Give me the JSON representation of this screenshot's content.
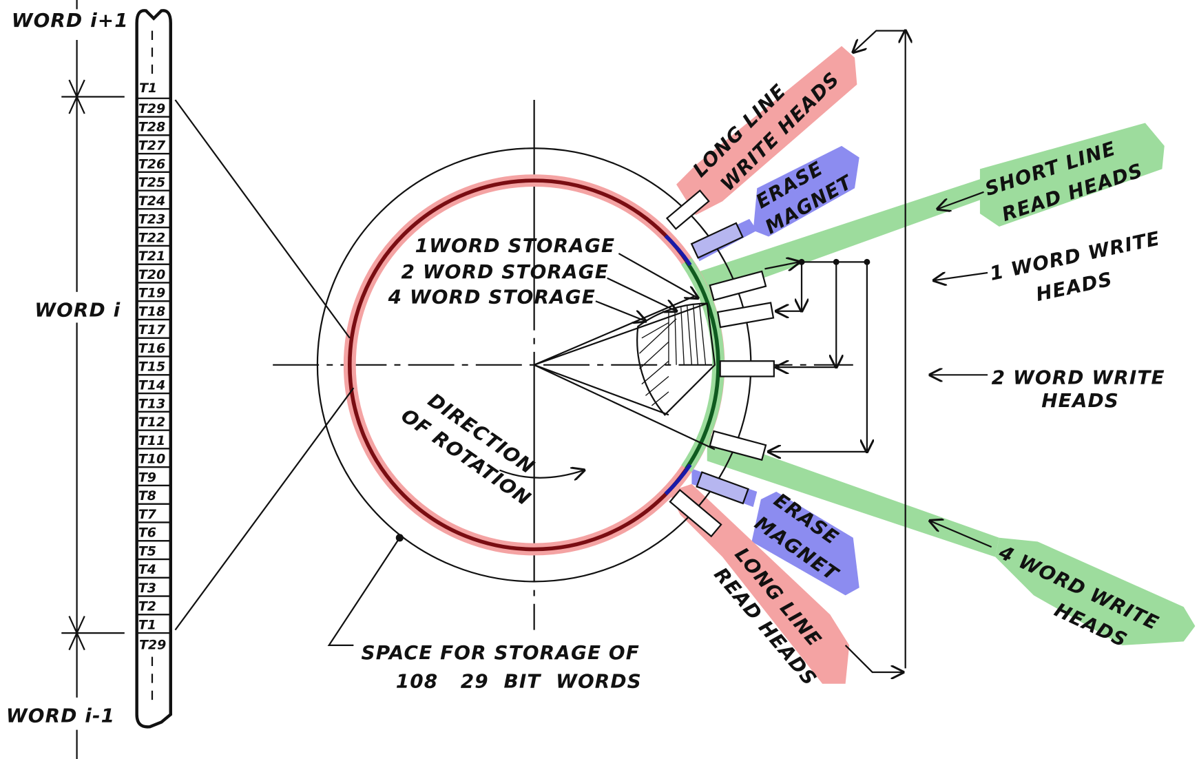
{
  "tape": {
    "word_above": "WORD i+1",
    "word_current": "WORD i",
    "word_below": "WORD i-1",
    "top_cell": "T1",
    "cells": [
      "T29",
      "T28",
      "T27",
      "T26",
      "T25",
      "T24",
      "T23",
      "T22",
      "T21",
      "T20",
      "T19",
      "T18",
      "T17",
      "T16",
      "T15",
      "T14",
      "T13",
      "T12",
      "T11",
      "T10",
      "T9",
      "T8",
      "T7",
      "T6",
      "T5",
      "T4",
      "T3",
      "T2",
      "T1"
    ],
    "bottom_cell": "T29"
  },
  "drum": {
    "storage_1": "1WORD STORAGE",
    "storage_2": "2 WORD STORAGE",
    "storage_4": "4 WORD STORAGE",
    "rotation_1": "DIRECTION",
    "rotation_2": "OF ROTATION",
    "space_line1": "SPACE FOR STORAGE OF",
    "space_line2": "108   29  BIT  WORDS"
  },
  "labels": {
    "long_line_write_1": "LONG LINE",
    "long_line_write_2": "WRITE HEADS",
    "erase_top_1": "ERASE",
    "erase_top_2": "MAGNET",
    "short_line_read_1": "SHORT LINE",
    "short_line_read_2": "READ HEADS",
    "one_word_1": "1 WORD WRITE",
    "one_word_2": "HEADS",
    "two_word_1": "2 WORD WRITE",
    "two_word_2": "HEADS",
    "four_word_1": "4 WORD WRITE",
    "four_word_2": "HEADS",
    "erase_bottom_1": "ERASE",
    "erase_bottom_2": "MAGNET",
    "long_line_read_1": "LONG LINE",
    "long_line_read_2": "READ HEADS"
  },
  "colors": {
    "long_line": "#f4a3a3",
    "long_line_track": "#7a0d12",
    "erase": "#8c8cf0",
    "erase_track": "#1a1aa8",
    "short_line": "#9ddc9d",
    "short_line_track": "#0f5a1f"
  }
}
